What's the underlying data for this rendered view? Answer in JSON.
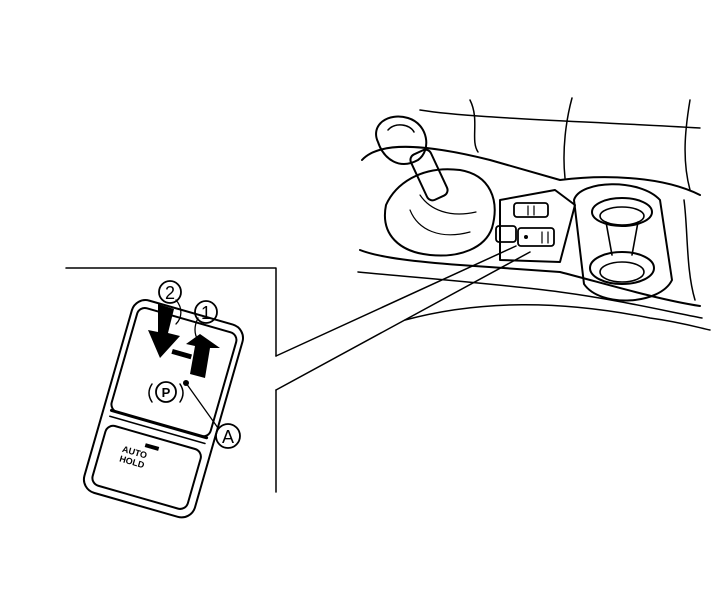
{
  "callouts": {
    "step1": "1",
    "step2": "2",
    "partA": "A"
  },
  "switch": {
    "parking_symbol": "P",
    "auto_hold_line1": "AUTO",
    "auto_hold_line2": "HOLD"
  },
  "colors": {
    "line": "#000000",
    "background": "#ffffff",
    "arrow_fill": "#000000"
  }
}
